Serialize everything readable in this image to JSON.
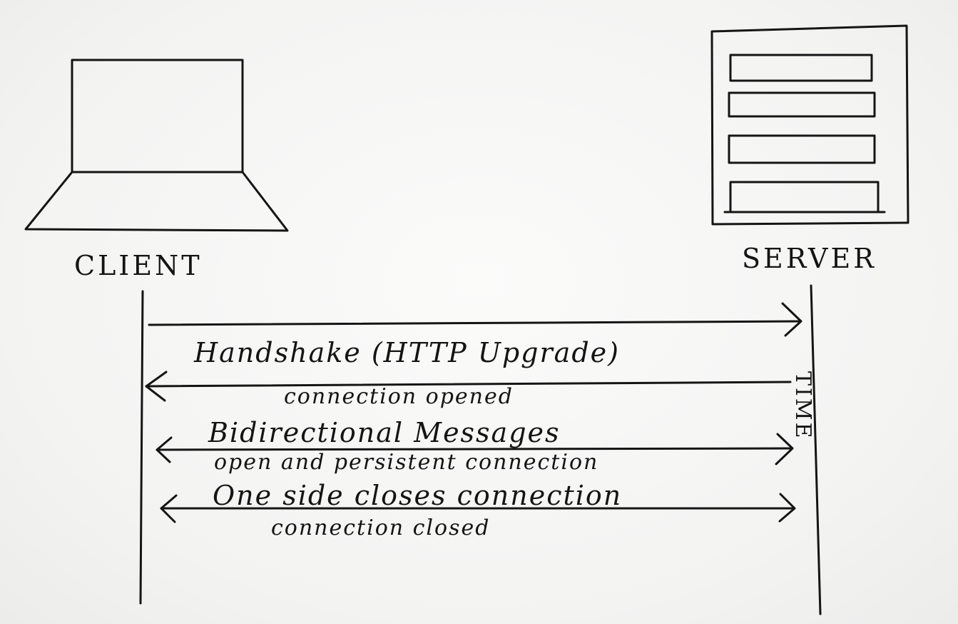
{
  "diagram": {
    "client_label": "CLIENT",
    "server_label": "SERVER",
    "time_label": "TIME",
    "messages": [
      {
        "direction": "client-to-server",
        "label": "Handshake (HTTP Upgrade)",
        "sublabel": ""
      },
      {
        "direction": "server-to-client",
        "label": "",
        "sublabel": "connection opened"
      },
      {
        "direction": "bidirectional",
        "label": "Bidirectional Messages",
        "sublabel": "open and persistent connection"
      },
      {
        "direction": "bidirectional",
        "label": "One side closes connection",
        "sublabel": "connection closed"
      }
    ]
  }
}
